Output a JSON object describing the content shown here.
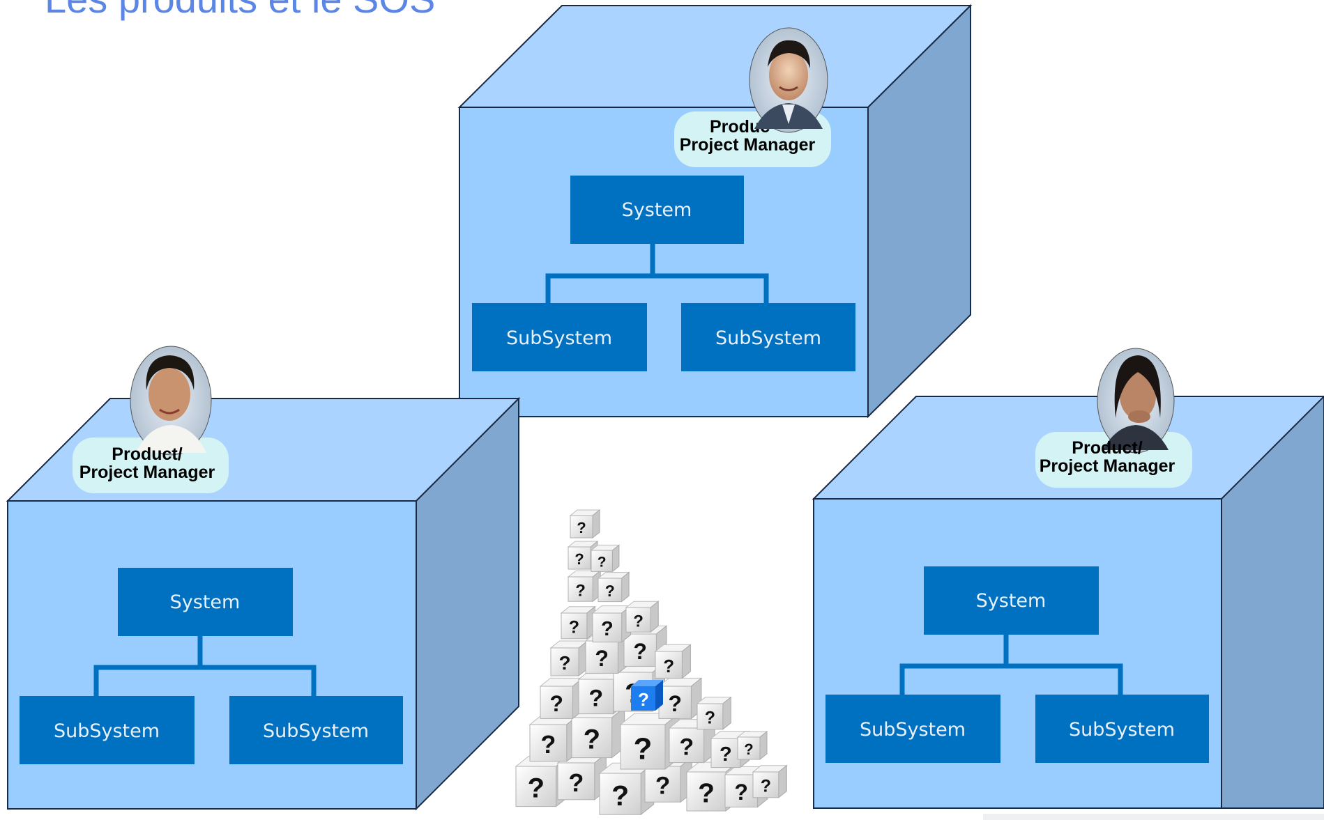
{
  "title": "Les produits et le SOS",
  "labels": {
    "system": "System",
    "subsystem": "SubSystem",
    "pm_line1": "Product/",
    "pm_line2": "Project Manager"
  },
  "colors": {
    "cube_front": "#99ccff",
    "cube_top": "#aad4ff",
    "cube_side": "#7fa7cf",
    "box": "#0070c0",
    "connector": "#0070c0",
    "pm_bubble": "#d4f3f4"
  },
  "cubes": [
    {
      "name": "top",
      "pm_first_line_visible": "Produc"
    },
    {
      "name": "left",
      "pm_first_line_visible": "Product/"
    },
    {
      "name": "right",
      "pm_first_line_visible": "Product/"
    }
  ],
  "icons": [
    "person-photo-icon",
    "question-dice-icon"
  ]
}
